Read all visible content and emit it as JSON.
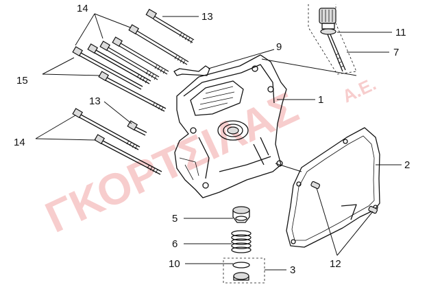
{
  "watermark": {
    "main": "ΓΚΟΡΤΣΙΛΑΣ",
    "suffix": "Α.Ε."
  },
  "callouts": [
    {
      "id": "1",
      "label": "1"
    },
    {
      "id": "2",
      "label": "2"
    },
    {
      "id": "3",
      "label": "3"
    },
    {
      "id": "5",
      "label": "5"
    },
    {
      "id": "6",
      "label": "6"
    },
    {
      "id": "7",
      "label": "7"
    },
    {
      "id": "9",
      "label": "9"
    },
    {
      "id": "10",
      "label": "10"
    },
    {
      "id": "11",
      "label": "11"
    },
    {
      "id": "12",
      "label": "12"
    },
    {
      "id": "13a",
      "label": "13"
    },
    {
      "id": "13b",
      "label": "13"
    },
    {
      "id": "14a",
      "label": "14"
    },
    {
      "id": "14b",
      "label": "14"
    },
    {
      "id": "15",
      "label": "15"
    }
  ],
  "colors": {
    "line": "#111111",
    "watermark": "#f2a6a6"
  }
}
